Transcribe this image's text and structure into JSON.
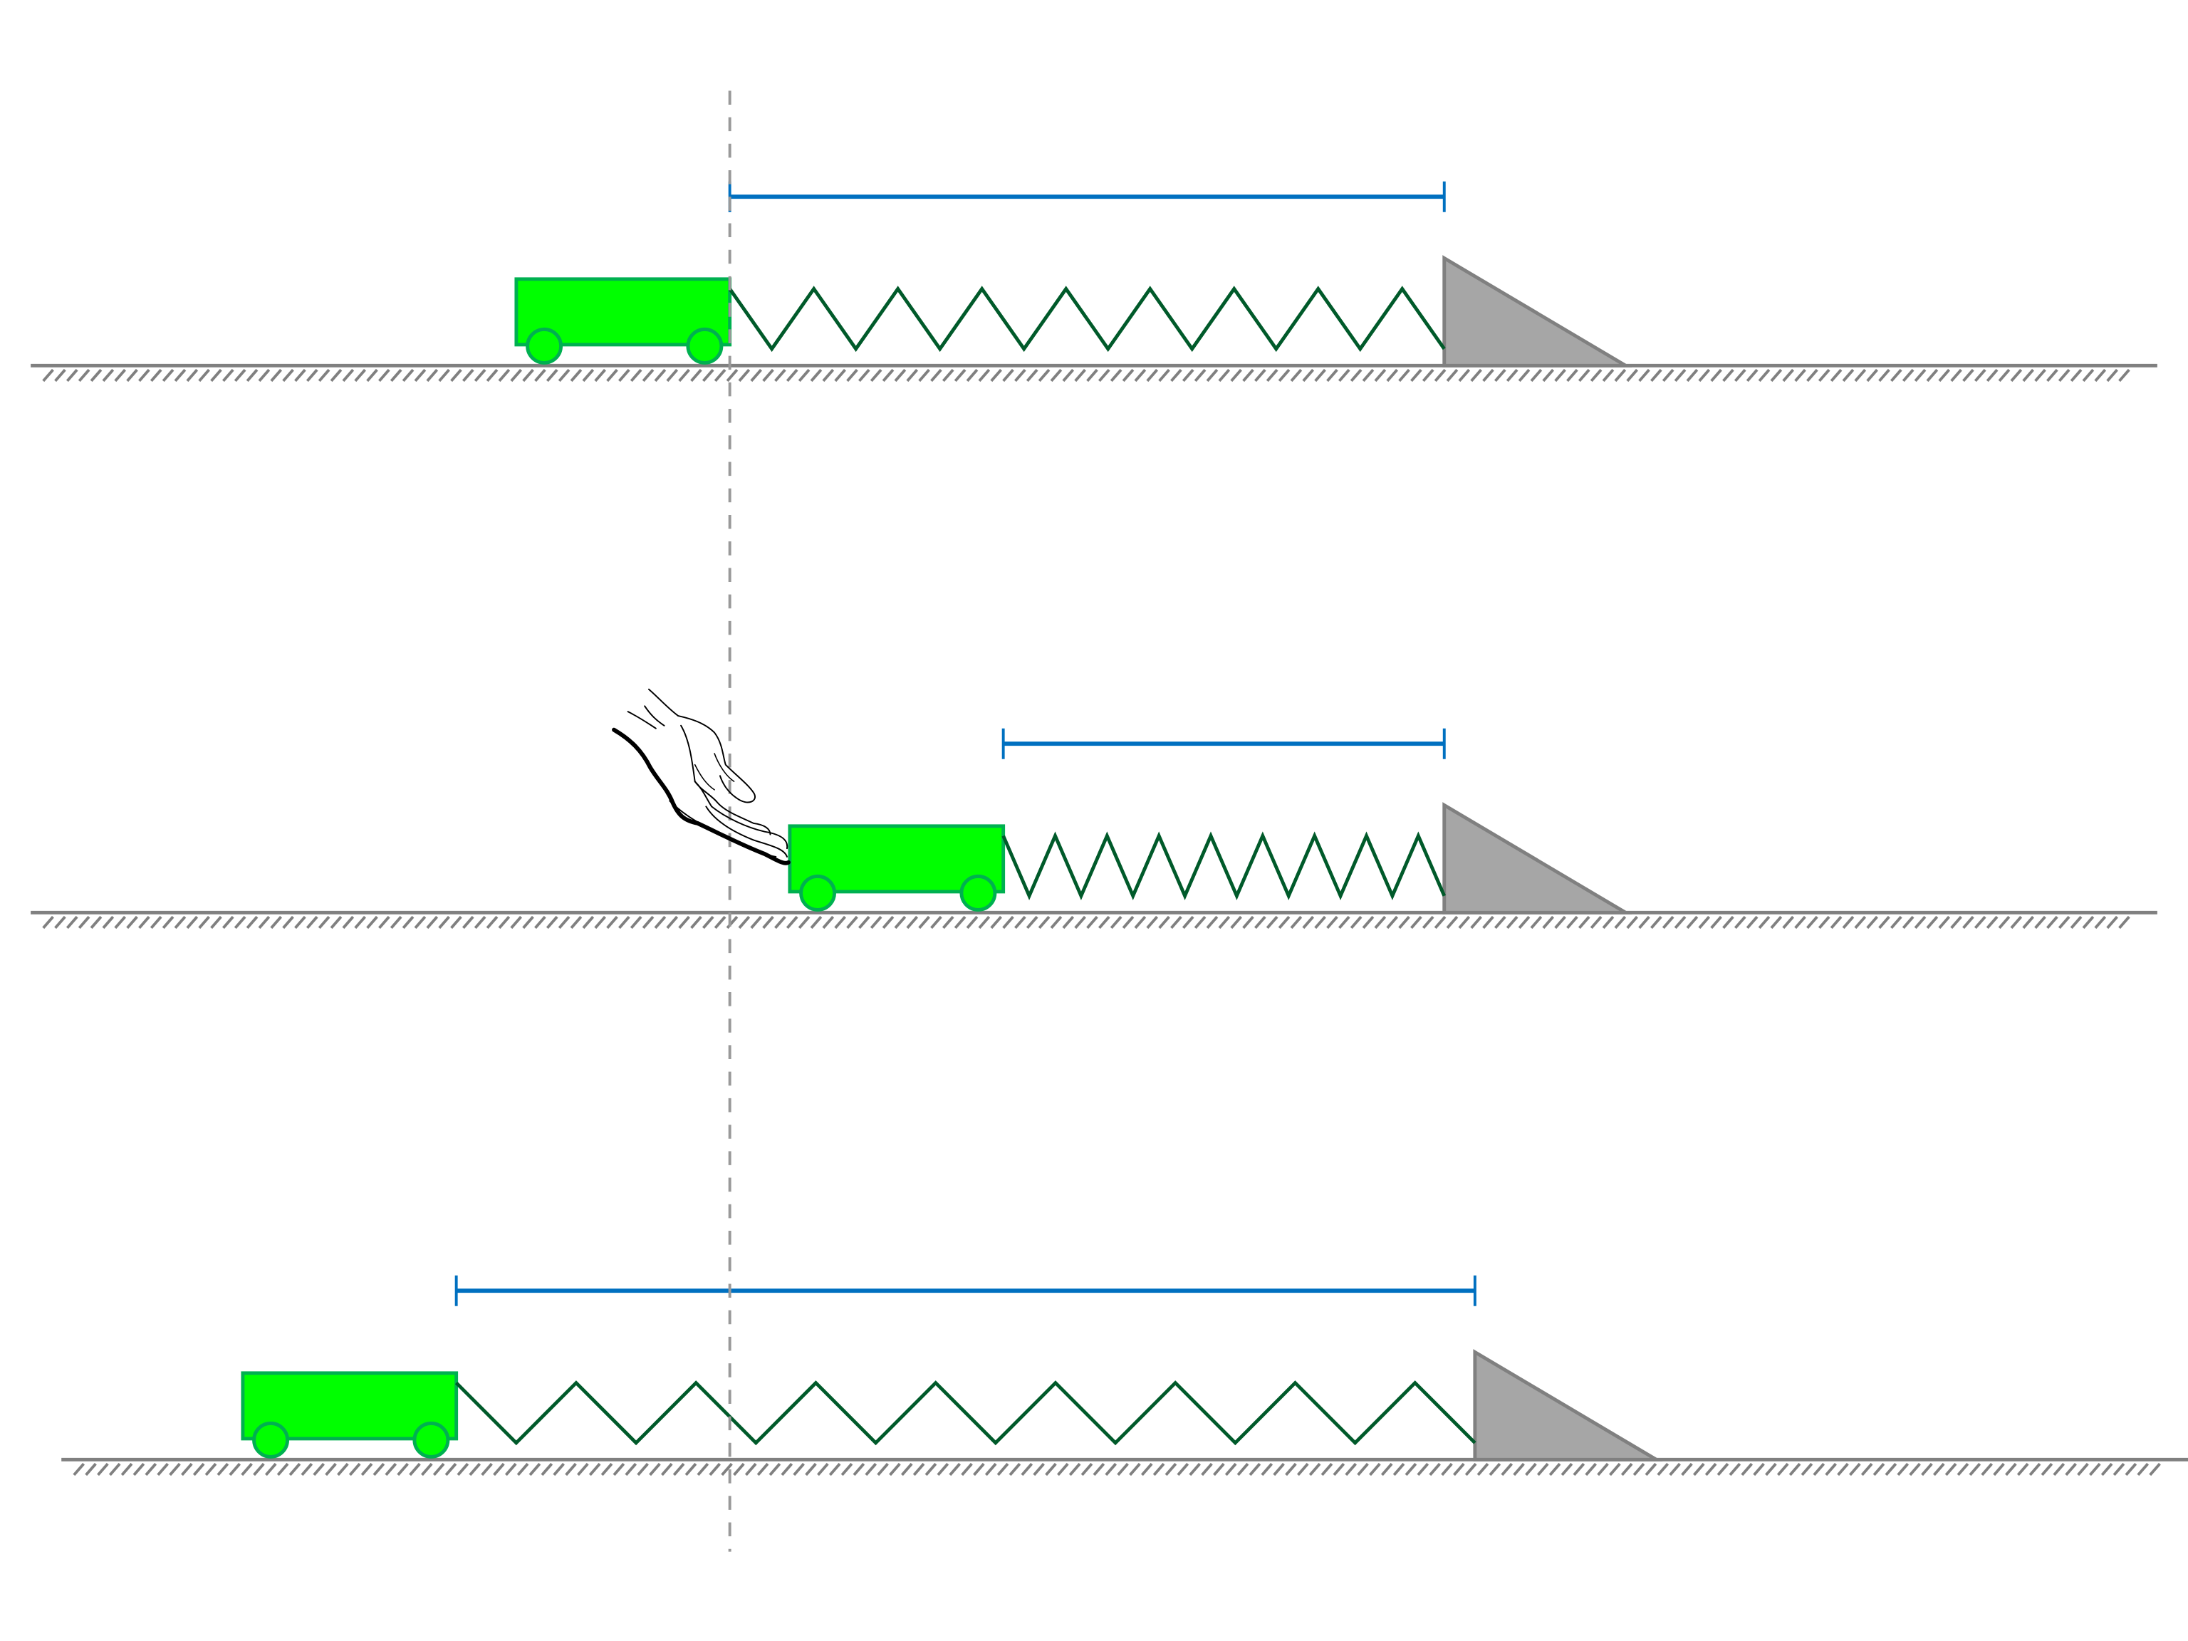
{
  "colors": {
    "background": "#ffffff",
    "cart_fill": "#00ff00",
    "cart_stroke": "#00b050",
    "spring": "#005a2a",
    "dimension_line": "#0070c0",
    "wall_fill": "#a6a6a6",
    "wall_stroke": "#808080",
    "ground": "#808080",
    "reference_line": "#999999",
    "hand_stroke": "#000000"
  },
  "panels": [
    {
      "state": "equilibrium",
      "spring_coils": 9,
      "has_hand": false
    },
    {
      "state": "compressed",
      "spring_coils": 9,
      "has_hand": true
    },
    {
      "state": "stretched",
      "spring_coils": 9,
      "has_hand": false
    }
  ],
  "icons": [
    "hand-icon"
  ]
}
